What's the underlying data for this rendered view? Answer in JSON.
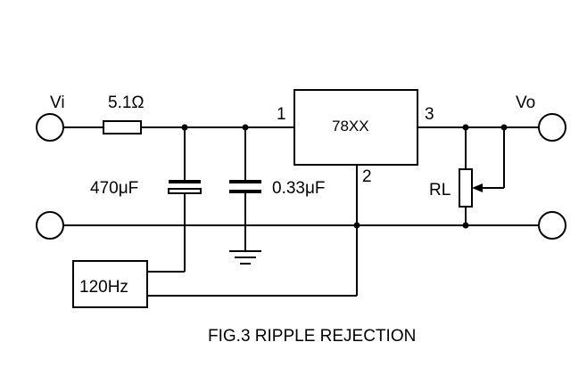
{
  "labels": {
    "vi": "Vi",
    "resistor": "5.1Ω",
    "pin1": "1",
    "regulator": "78XX",
    "pin3": "3",
    "vo": "Vo",
    "cap_large": "470μF",
    "cap_small": "0.33μF",
    "pin2": "2",
    "rl": "RL",
    "source": "120Hz",
    "caption": "FIG.3 RIPPLE REJECTION"
  },
  "colors": {
    "ink": "#000000",
    "background": "#ffffff"
  }
}
